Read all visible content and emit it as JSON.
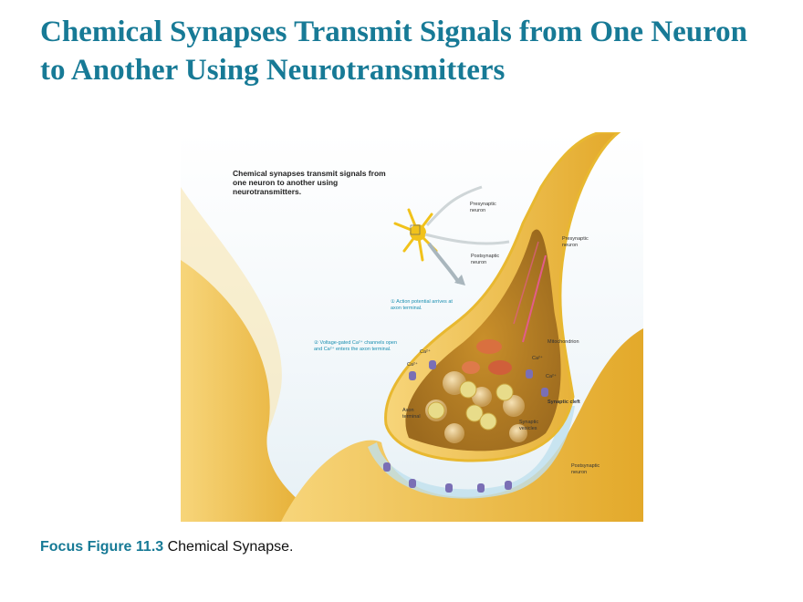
{
  "slide": {
    "title": "Chemical Synapses Transmit Signals from One Neuron to Another Using Neurotransmitters",
    "title_color": "#177a96"
  },
  "figure": {
    "heading": "Chemical synapses transmit signals from one neuron to another using neurotransmitters.",
    "labels": {
      "presynaptic_small": "Presynaptic neuron",
      "postsynaptic_small": "Postsynaptic neuron",
      "presynaptic": "Presynaptic neuron",
      "step1": "① Action potential arrives at axon terminal.",
      "step2": "② Voltage-gated Ca²⁺ channels open and Ca²⁺ enters the axon terminal.",
      "mitochondrion": "Mitochondrion",
      "ca1": "Ca²⁺",
      "ca2": "Ca²⁺",
      "ca3": "Ca²⁺",
      "ca4": "Ca²⁺",
      "axon_terminal": "Axon terminal",
      "synaptic_cleft": "Synaptic cleft",
      "synaptic_vesicles": "Synaptic vesicles",
      "postsynaptic": "Postsynaptic neuron"
    }
  },
  "caption": {
    "number": "Focus Figure 11.3",
    "text": " Chemical Synapse."
  }
}
